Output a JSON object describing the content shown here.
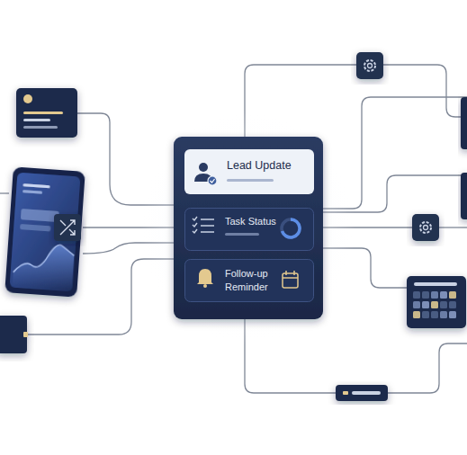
{
  "diagram": {
    "nodes": [
      {
        "text": [
          "Lead Update"
        ]
      },
      {
        "text": [
          "Task Status"
        ]
      },
      {
        "text": [
          "Follow-up Reminder"
        ]
      }
    ]
  }
}
